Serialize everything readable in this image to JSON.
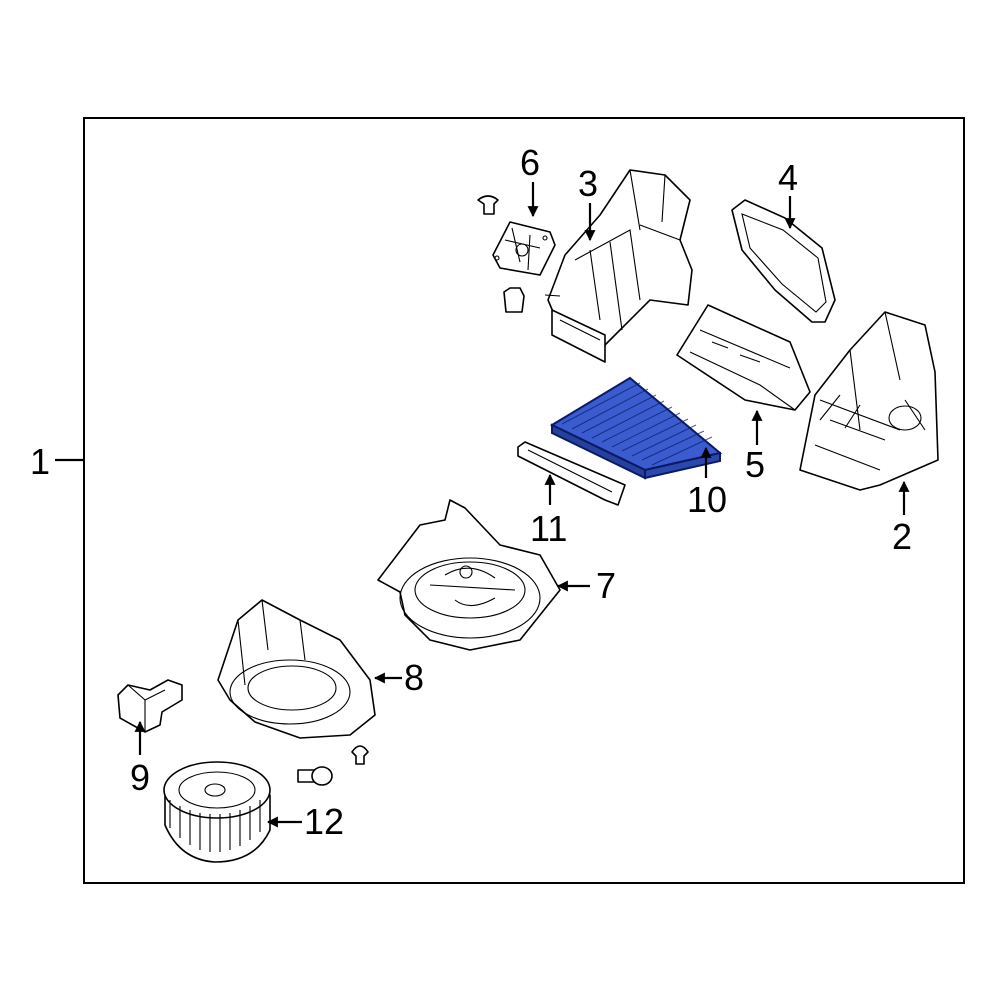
{
  "callouts": {
    "c1": "1",
    "c2": "2",
    "c3": "3",
    "c4": "4",
    "c5": "5",
    "c6": "6",
    "c7": "7",
    "c8": "8",
    "c9": "9",
    "c10": "10",
    "c11": "11",
    "c12": "12"
  },
  "colors": {
    "highlight_fill": "#3a5ccf",
    "highlight_stroke": "#0a1a66",
    "line": "#000000",
    "background": "#ffffff"
  }
}
